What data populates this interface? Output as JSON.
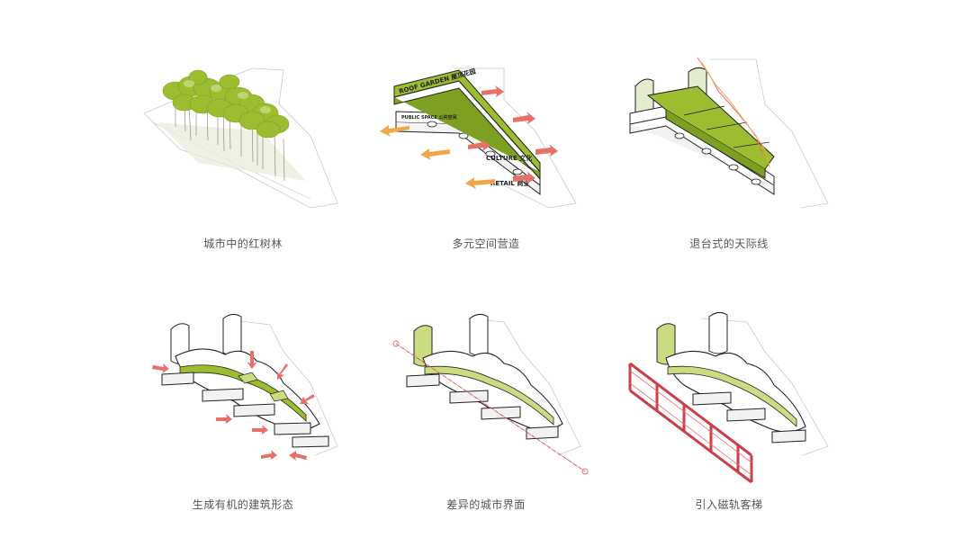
{
  "colors": {
    "accent_green": "#9cbd2f",
    "light_green": "#c9dc82",
    "arrow_red": "#e8706a",
    "arrow_orange": "#f2a64a",
    "rail_red": "#c9404a",
    "line_gray": "#bfbfbf",
    "outline": "#222222"
  },
  "panels": [
    {
      "caption": "城市中的红树林"
    },
    {
      "caption": "多元空间营造",
      "labels": {
        "roof": "ROOF GARDEN 屋顶花园",
        "culture": "CULTURE 文化",
        "retail": "RETAIL 商业",
        "public": "PUBLIC SPACE 公共空间"
      }
    },
    {
      "caption": "退台式的天际线"
    },
    {
      "caption": "生成有机的建筑形态"
    },
    {
      "caption": "差异的城市界面"
    },
    {
      "caption": "引入磁轨客梯"
    }
  ]
}
